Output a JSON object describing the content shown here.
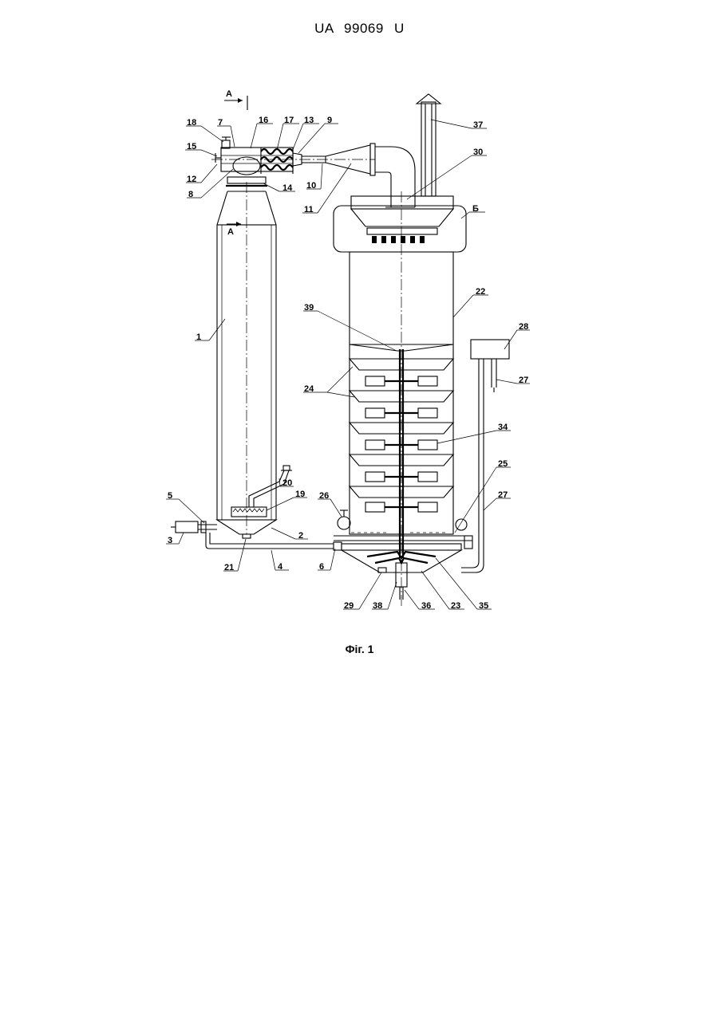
{
  "header": {
    "doc_id": "UA   99069   U"
  },
  "caption": {
    "text": "Фіг. 1"
  },
  "labels": {
    "1": "1",
    "2": "2",
    "3": "3",
    "4": "4",
    "5": "5",
    "6": "6",
    "7": "7",
    "8": "8",
    "9": "9",
    "10": "10",
    "11": "11",
    "12": "12",
    "13": "13",
    "14": "14",
    "15": "15",
    "16": "16",
    "17": "17",
    "18": "18",
    "19": "19",
    "20": "20",
    "21": "21",
    "22": "22",
    "23": "23",
    "24": "24",
    "25": "25",
    "26": "26",
    "27a": "27",
    "27b": "27",
    "28": "28",
    "29": "29",
    "30": "30",
    "34": "34",
    "35": "35",
    "36": "36",
    "37": "37",
    "38": "38",
    "39": "39",
    "B": "Б",
    "A_top": "A",
    "A_mid": "A"
  }
}
